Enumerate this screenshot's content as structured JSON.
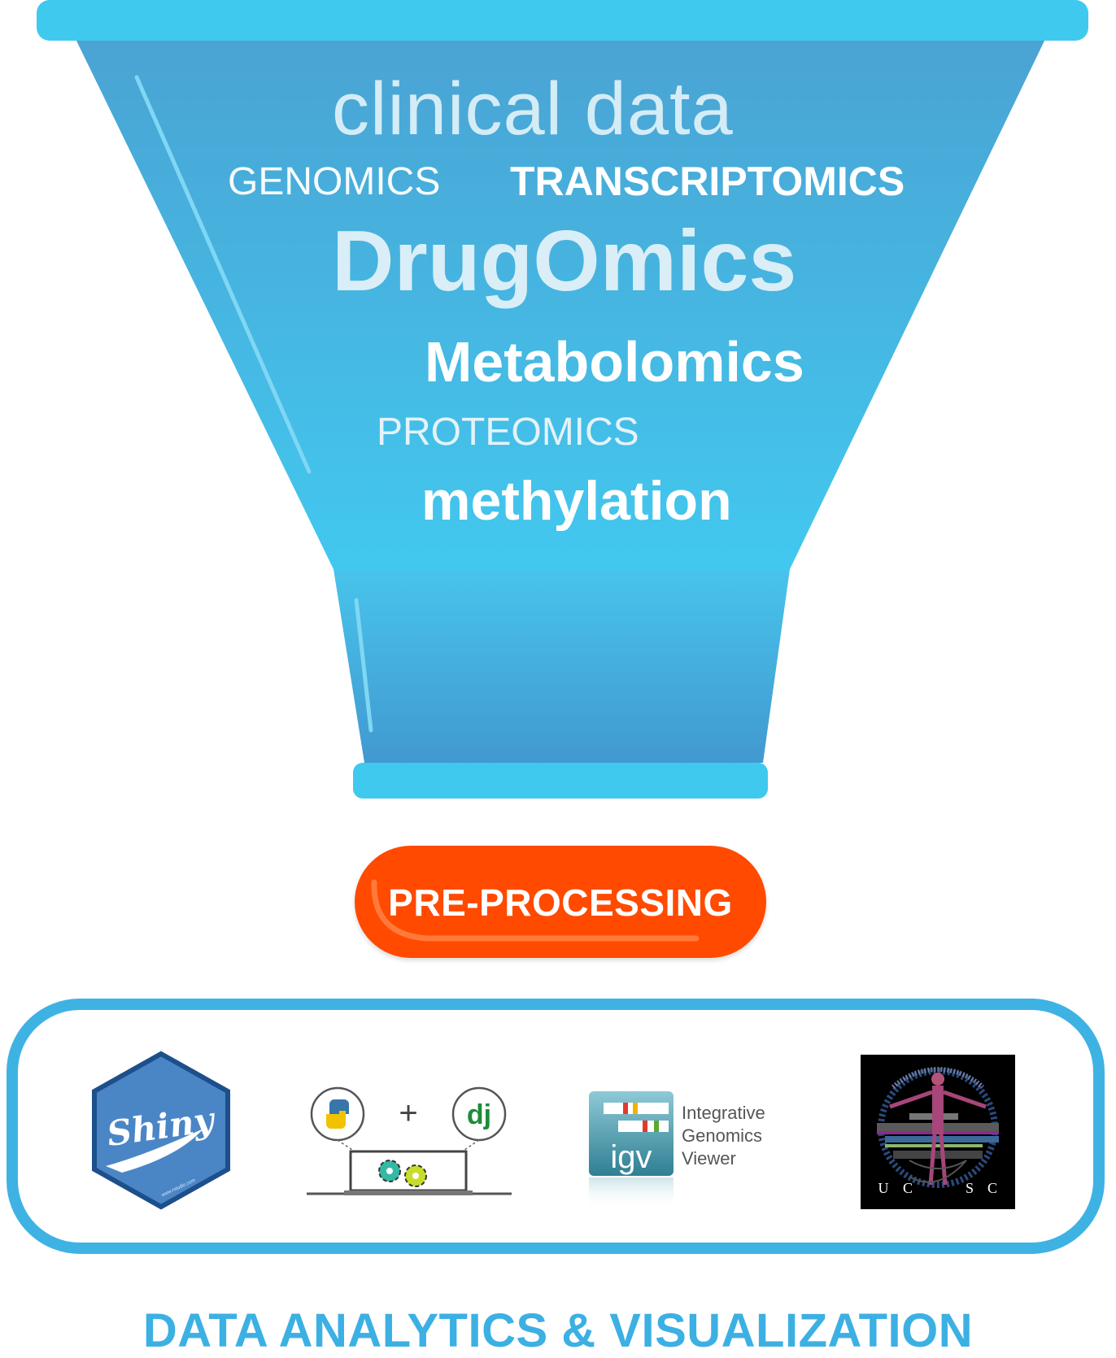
{
  "funnel": {
    "words": {
      "clinical": "clinical data",
      "genomics": "GENOMICS",
      "transcriptomics": "TRANSCRIPTOMICS",
      "drugomics": "DrugOmics",
      "metabolomics": "Metabolomics",
      "proteomics": "PROTEOMICS",
      "methylation": "methylation"
    }
  },
  "preprocessing": {
    "label": "PRE-PROCESSING"
  },
  "tools": {
    "shiny": {
      "label": "Shiny",
      "tagline": "www.rstudio.com",
      "icon": "shiny-hex-logo"
    },
    "python_django": {
      "plus": "+",
      "django": "dj",
      "icon": "python-django-logo"
    },
    "igv": {
      "badge": "igv",
      "title_lines": [
        "Integrative",
        "Genomics",
        "Viewer"
      ],
      "icon": "igv-logo"
    },
    "ucsc": {
      "letters": [
        "U",
        "C",
        "S",
        "C"
      ],
      "icon": "ucsc-logo"
    }
  },
  "footer": {
    "label": "DATA ANALYTICS & VISUALIZATION"
  },
  "colors": {
    "funnel_top": "#4ba9d6",
    "funnel_bottom": "#3fc9ef",
    "rim": "#3fc9ef",
    "pill": "#ff4a00",
    "frame": "#3fb2e4"
  }
}
